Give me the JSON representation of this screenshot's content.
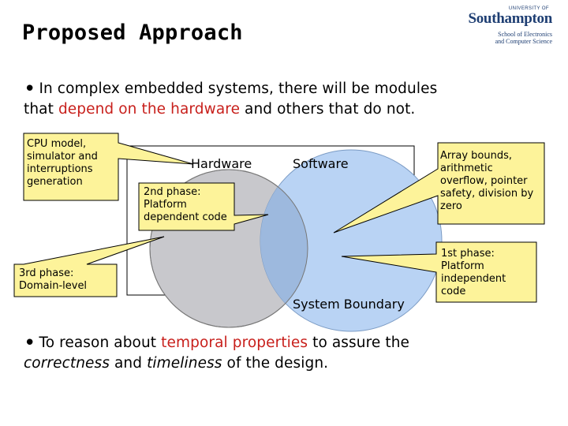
{
  "title": "Proposed Approach",
  "logo": {
    "small_text": "UNIVERSITY OF",
    "name": "Southampton",
    "line1": "School of Electronics",
    "line2": "and Computer Science"
  },
  "bullet1": {
    "part1": "In complex embedded systems, there will be modules",
    "part2": "that ",
    "highlight": "depend on the hardware",
    "part3": " and others that do not."
  },
  "diagram": {
    "hardware_label": "Hardware",
    "software_label": "Software",
    "boundary_label": "System Boundary",
    "colors": {
      "hardware": "#c8c8cc",
      "software": "#b9d3f4",
      "overlap": "#9db9de",
      "callout": "#fdf39a"
    }
  },
  "callouts": {
    "cpu": "CPU model, simulator and interruptions generation",
    "phase2": "2nd phase: Platform dependent code",
    "phase3": "3rd phase: Domain-level",
    "array": "Array bounds, arithmetic overflow, pointer safety, division by zero",
    "phase1": "1st phase: Platform independent code"
  },
  "bullet2": {
    "part1": "To reason about ",
    "highlight": "temporal properties",
    "part2": " to assure the",
    "italic1": "correctness",
    "part3": " and ",
    "italic2": "timeliness",
    "part4": " of the design."
  }
}
